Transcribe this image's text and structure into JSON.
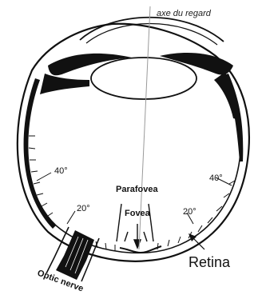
{
  "labels": {
    "gaze_axis": "axe du regard",
    "parafovea": "Parafovea",
    "fovea": "Fovea",
    "angle_40_left": "40°",
    "angle_20_left": "20°",
    "angle_40_right": "40°",
    "angle_20_right": "20°",
    "retina": "Retina",
    "optic_nerve": "Optic nerve"
  },
  "colors": {
    "ink": "#111111",
    "axis": "#9a9a9a",
    "background": "#ffffff"
  }
}
